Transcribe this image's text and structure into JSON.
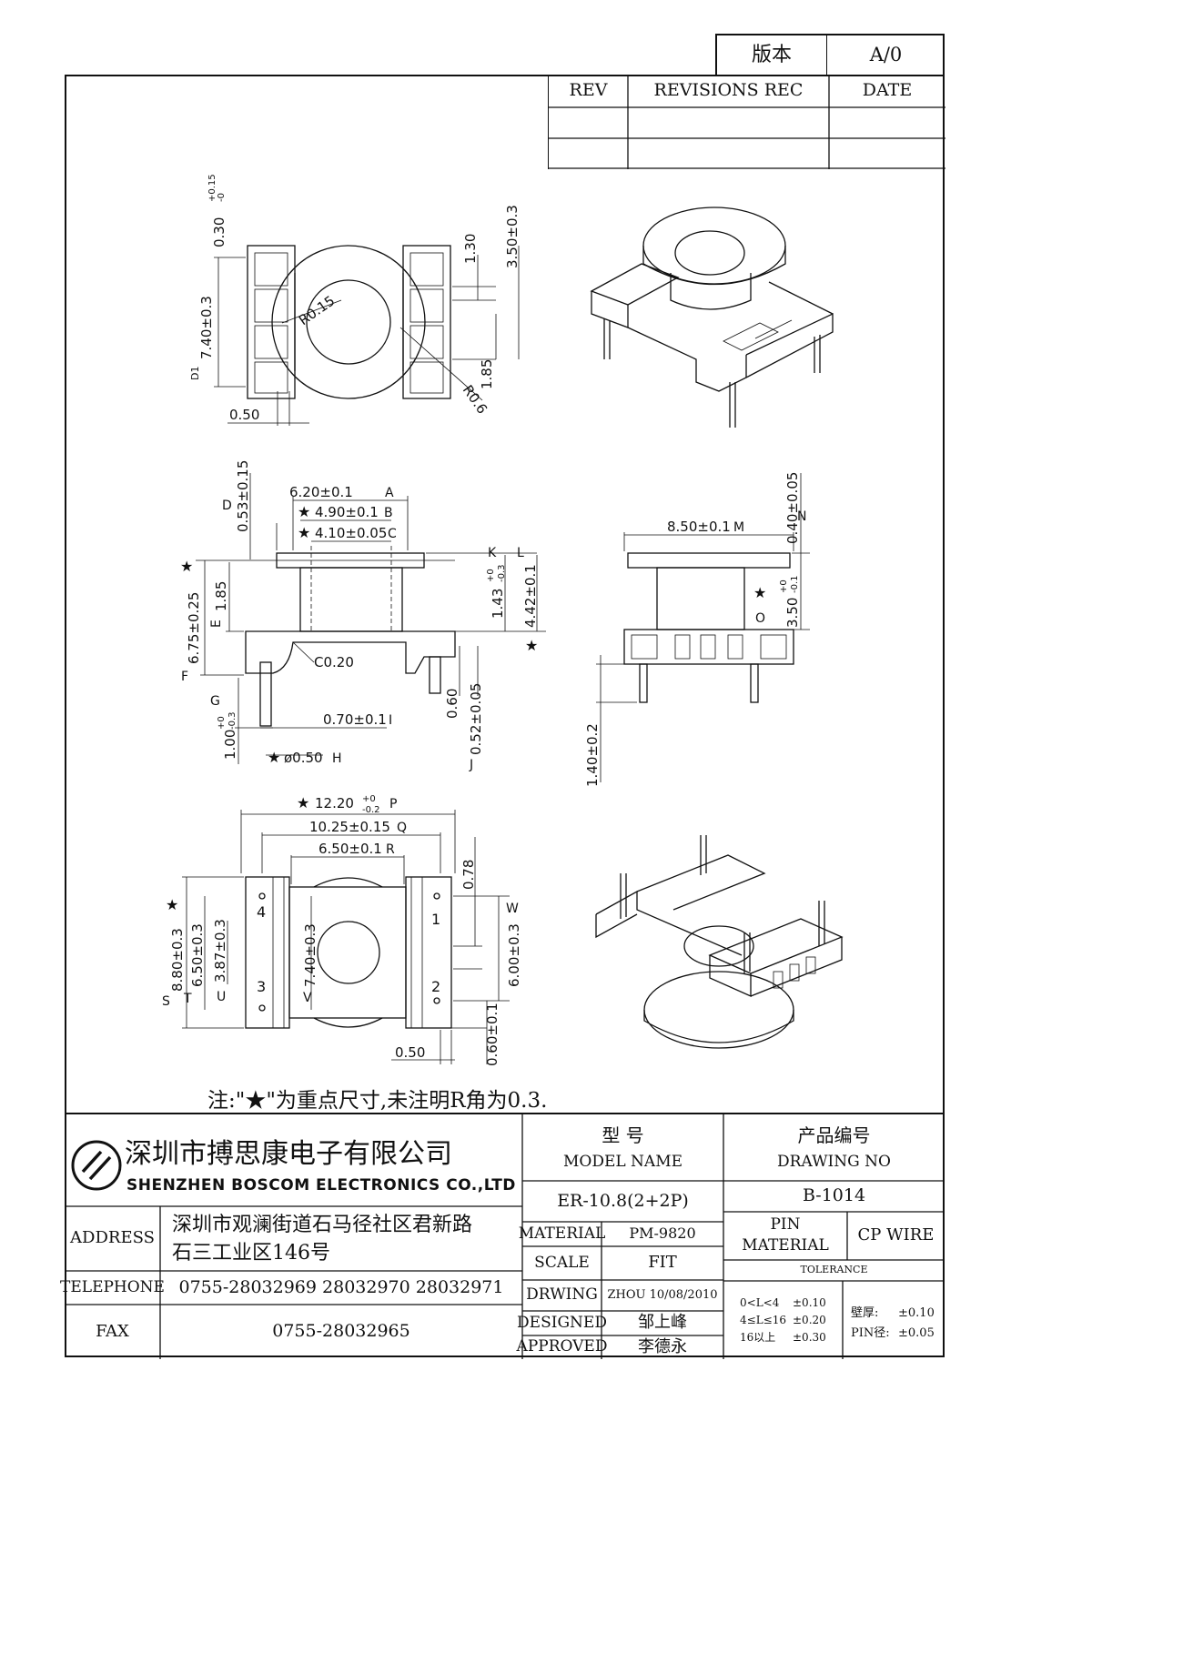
{
  "version_box": {
    "label": "版本",
    "value": "A/0"
  },
  "revisions": {
    "headers": [
      "REV",
      "REVISIONS REC",
      "DATE"
    ],
    "rows": [
      [
        "",
        "",
        ""
      ],
      [
        "",
        "",
        ""
      ]
    ]
  },
  "dimensions": {
    "top_view": [
      "0.30",
      "+0.15",
      "-0",
      "1.30",
      "3.50±0.3",
      "7.40±0.3",
      "D1",
      "R0.15",
      "1.85",
      "R0.6",
      "0.50"
    ],
    "front_view": [
      "D",
      "0.53±0.15",
      "6.20±0.1",
      "A",
      "4.90±0.1",
      "B",
      "4.10±0.05",
      "C",
      "K",
      "L",
      "1.43",
      "+0",
      "-0.3",
      "4.42±0.1",
      "6.75±0.25",
      "E",
      "1.85",
      "F",
      "C0.20",
      "G",
      "1.00",
      "+0",
      "-0.3",
      "0.70±0.1",
      "I",
      "0.60",
      "0.52±0.05",
      "J",
      "ø0.50",
      "H"
    ],
    "side_view": [
      "0.40±0.05",
      "N",
      "8.50±0.1",
      "M",
      "3.50",
      "+0",
      "-0.1",
      "O",
      "1.40±0.2"
    ],
    "bottom_view": [
      "12.20",
      "+0",
      "-0.2",
      "P",
      "10.25±0.15",
      "Q",
      "6.50±0.1",
      "R",
      "0.78",
      "W",
      "6.00±0.3",
      "8.80±0.3",
      "S",
      "6.50±0.3",
      "T",
      "3.87±0.3",
      "U",
      "7.40±0.3",
      "V",
      "0.50",
      "0.60±0.1"
    ],
    "pin_numbers": [
      "4",
      "3",
      "1",
      "2"
    ]
  },
  "note": "注:\"★\"为重点尺寸,未注明R角为0.3.",
  "company": {
    "name_cn": "深圳市搏思康电子有限公司",
    "name_en": "SHENZHEN BOSCOM ELECTRONICS CO.,LTD"
  },
  "address": {
    "label": "ADDRESS",
    "line1": "深圳市观澜街道石马径社区君新路",
    "line2": "石三工业区146号"
  },
  "telephone": {
    "label": "TELEPHONE",
    "value": "0755-28032969 28032970 28032971"
  },
  "fax": {
    "label": "FAX",
    "value": "0755-28032965"
  },
  "model": {
    "label_cn": "型    号",
    "label_en": "MODEL NAME",
    "value": "ER-10.8(2+2P)"
  },
  "drawing_no": {
    "label_cn": "产品编号",
    "label_en": "DRAWING NO",
    "value": "B-1014"
  },
  "material": {
    "label": "MATERIAL",
    "value": "PM-9820"
  },
  "scale": {
    "label": "SCALE",
    "value": "FIT"
  },
  "drawing": {
    "label": "DRWING",
    "value": "ZHOU 10/08/2010"
  },
  "designed": {
    "label": "DESIGNED",
    "value": "邹上峰"
  },
  "approved": {
    "label": "APPROVED",
    "value": "李德永"
  },
  "pin_material": {
    "label_line1": "PIN",
    "label_line2": "MATERIAL",
    "value": "CP WIRE"
  },
  "tolerance": {
    "label": "TOLERANCE",
    "rows": [
      [
        "0<L<4",
        "±0.10"
      ],
      [
        "4≤L≤16",
        "±0.20"
      ],
      [
        "16以上",
        "±0.30"
      ]
    ],
    "wall_label": "壁厚:",
    "wall_value": "±0.10",
    "pin_label": "PIN径:",
    "pin_value": "±0.05"
  }
}
